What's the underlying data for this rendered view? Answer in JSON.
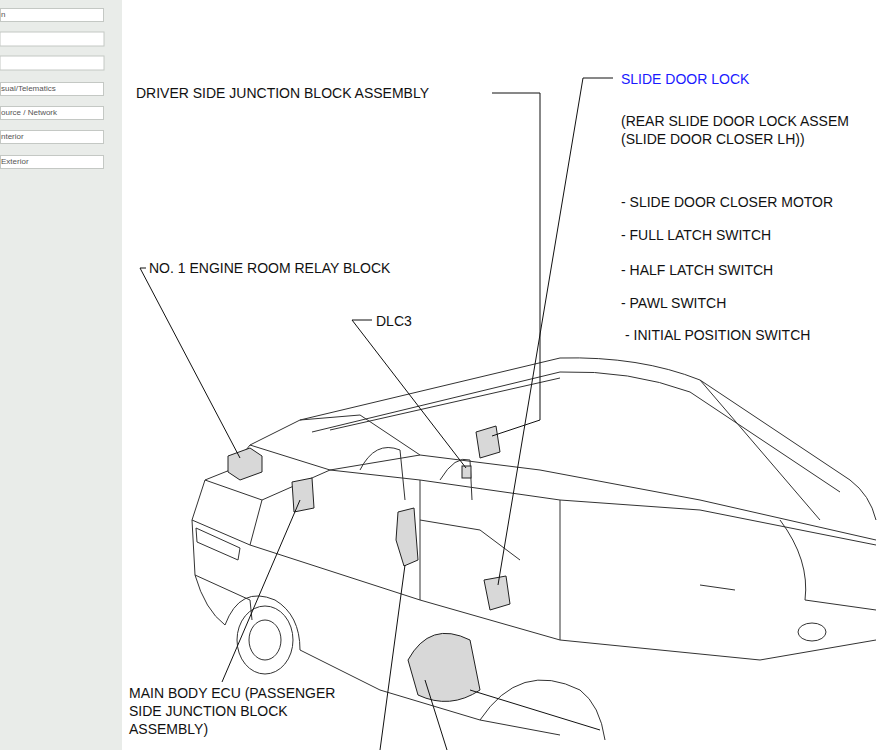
{
  "diagram": {
    "nodes": [
      {
        "text": [
          "n"
        ]
      },
      {
        "text": [
          "sual/Telematics"
        ]
      },
      {
        "text": [
          "ource / Network"
        ]
      },
      {
        "text": [
          "nterior"
        ]
      },
      {
        "text": [
          "Exterior"
        ]
      }
    ],
    "labels": [
      "DRIVER SIDE JUNCTION BLOCK ASSEMBLY",
      "SLIDE DOOR LOCK",
      "(REAR SLIDE DOOR LOCK ASSEM",
      "(SLIDE DOOR CLOSER LH))",
      "- SLIDE DOOR CLOSER MOTOR",
      "- FULL LATCH SWITCH",
      "- HALF LATCH SWITCH",
      "- PAWL SWITCH",
      "- INITIAL POSITION SWITCH",
      "NO. 1 ENGINE ROOM RELAY BLOCK",
      "DLC3",
      "MAIN BODY ECU (PASSENGER SIDE JUNCTION BLOCK ASSEMBLY)"
    ]
  }
}
